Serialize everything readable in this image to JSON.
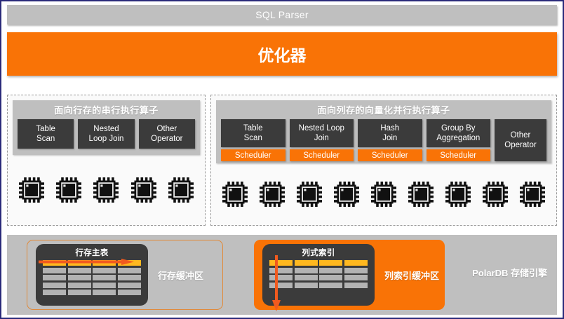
{
  "diagram": {
    "parser": {
      "label": "SQL Parser"
    },
    "optimizer": {
      "label": "优化器"
    },
    "row_zone": {
      "title": "面向行存的串行执行算子",
      "operators": [
        {
          "label": "Table\nScan"
        },
        {
          "label": "Nested\nLoop Join"
        },
        {
          "label": "Other\nOperator"
        }
      ],
      "cpu_count": 5,
      "cpu_icon": "cpu-chip-icon"
    },
    "col_zone": {
      "title": "面向列存的向量化并行执行算子",
      "operators": [
        {
          "label": "Table\nScan",
          "scheduler": "Scheduler"
        },
        {
          "label": "Nested Loop\nJoin",
          "scheduler": "Scheduler"
        },
        {
          "label": "Hash\nJoin",
          "scheduler": "Scheduler"
        },
        {
          "label": "Group By\nAggregation",
          "scheduler": "Scheduler"
        }
      ],
      "other_operator": {
        "label": "Other\nOperator"
      },
      "cpu_count": 9,
      "cpu_icon": "cpu-chip-icon"
    },
    "storage": {
      "engine_label": "PolarDB 存储引擎",
      "row_buffer": {
        "table_title": "行存主表",
        "label": "行存缓冲区",
        "grid_rows": 5,
        "grid_cols": 4,
        "highlight_rows": [
          0
        ],
        "arrow": "horizontal-right-arrow"
      },
      "col_buffer": {
        "table_title": "列式索引",
        "label": "列索引缓冲区",
        "grid_rows": 4,
        "grid_cols": 4,
        "highlight_rows": [
          0
        ],
        "arrow": "vertical-down-arrow"
      }
    },
    "colors": {
      "accent_orange": "#f97306",
      "panel_gray": "#bfbfbf",
      "box_dark": "#3b3b3b",
      "highlight_amber": "#ffb81f",
      "border_navy": "#2b2b7a"
    }
  }
}
